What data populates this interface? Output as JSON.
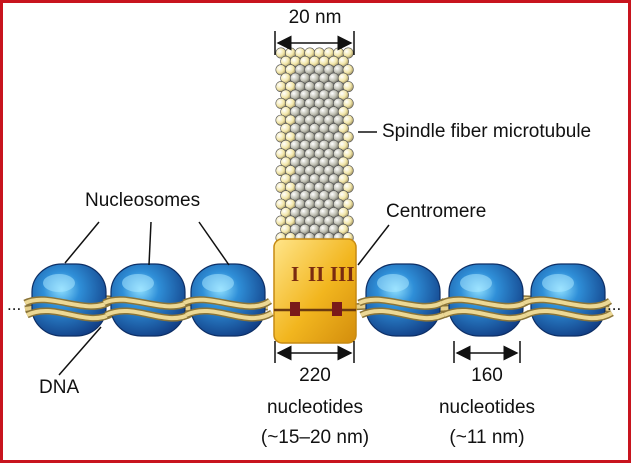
{
  "labels": {
    "width_top": "20 nm",
    "microtubule": "Spindle fiber microtubule",
    "nucleosomes": "Nucleosomes",
    "centromere": "Centromere",
    "dna": "DNA",
    "centromere_length_value": "220",
    "centromere_length_unit": "nucleotides",
    "centromere_length_nm": "(~15–20 nm)",
    "linker_length_value": "160",
    "linker_length_unit": "nucleotides",
    "linker_length_nm": "(~11 nm)",
    "dots_left": "...",
    "dots_right": "..."
  },
  "centromere_elements": [
    "I",
    "II",
    "III"
  ],
  "colors": {
    "frame": "#c8141e",
    "nucleosome": "#1f5fb0",
    "nucleosome_highlight": "#7fd0ff",
    "dna": "#d9c07a",
    "centromere_box": "#f2b61f",
    "microtubule_bead": "#f2e6a8"
  }
}
